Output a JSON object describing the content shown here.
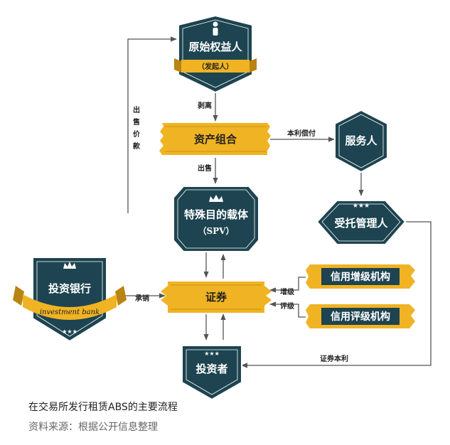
{
  "nodes": {
    "originator": {
      "title": "原始权益人",
      "ribbon": "（发起人）"
    },
    "pool": {
      "title": "资产组合"
    },
    "servicer": {
      "title": "服务人"
    },
    "spv": {
      "title": "特殊目的载体",
      "subtitle": "（SPV）"
    },
    "trustee": {
      "title": "受托管理人"
    },
    "ibank": {
      "title": "投资银行",
      "ribbon": "investment bank"
    },
    "securities": {
      "title": "证券"
    },
    "enhance": {
      "title": "信用增级机构"
    },
    "rating": {
      "title": "信用评级机构"
    },
    "investor": {
      "title": "投资者"
    }
  },
  "edges": {
    "strip": "剥离",
    "sell": "出售",
    "pay_chars": [
      "出",
      "售",
      "价",
      "款"
    ],
    "principal": "本利偿付",
    "underwrite": "承销",
    "enhance": "增级",
    "rate": "评级",
    "securities_interest": "证券本利"
  },
  "caption": {
    "title": "在交易所发行租赁ABS的主要流程",
    "source": "资料来源：根据公开信息整理"
  },
  "colors": {
    "navy": "#1d4450",
    "gold": "#f0b323",
    "gold_dark": "#b98411",
    "line": "#555555"
  }
}
